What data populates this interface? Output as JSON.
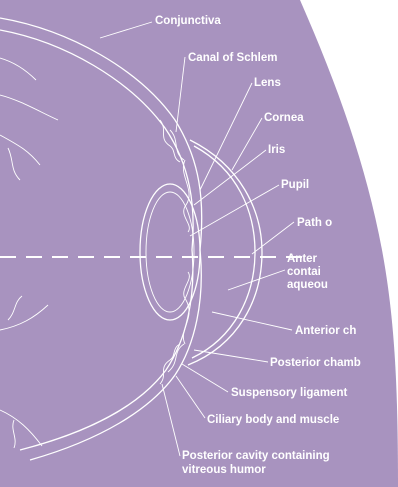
{
  "diagram": {
    "colors": {
      "panel": "#a893bf",
      "ink": "#ffffff",
      "page": "#ffffff"
    },
    "labels": {
      "conjunctiva": "Conjunctiva",
      "canal_of_schlemm": "Canal of Schlem",
      "lens": "Lens",
      "cornea": "Cornea",
      "iris": "Iris",
      "pupil": "Pupil",
      "path_of_light": "Path o",
      "anterior_cavity_1": "Anter",
      "anterior_cavity_2": "contai",
      "anterior_cavity_3": "aqueou",
      "anterior_chamber": "Anterior ch",
      "posterior_chamber": "Posterior chamb",
      "suspensory_ligament": "Suspensory ligament",
      "ciliary_body": "Ciliary body and muscle",
      "posterior_cavity_1": "Posterior cavity containing",
      "posterior_cavity_2": "vitreous humor"
    }
  }
}
